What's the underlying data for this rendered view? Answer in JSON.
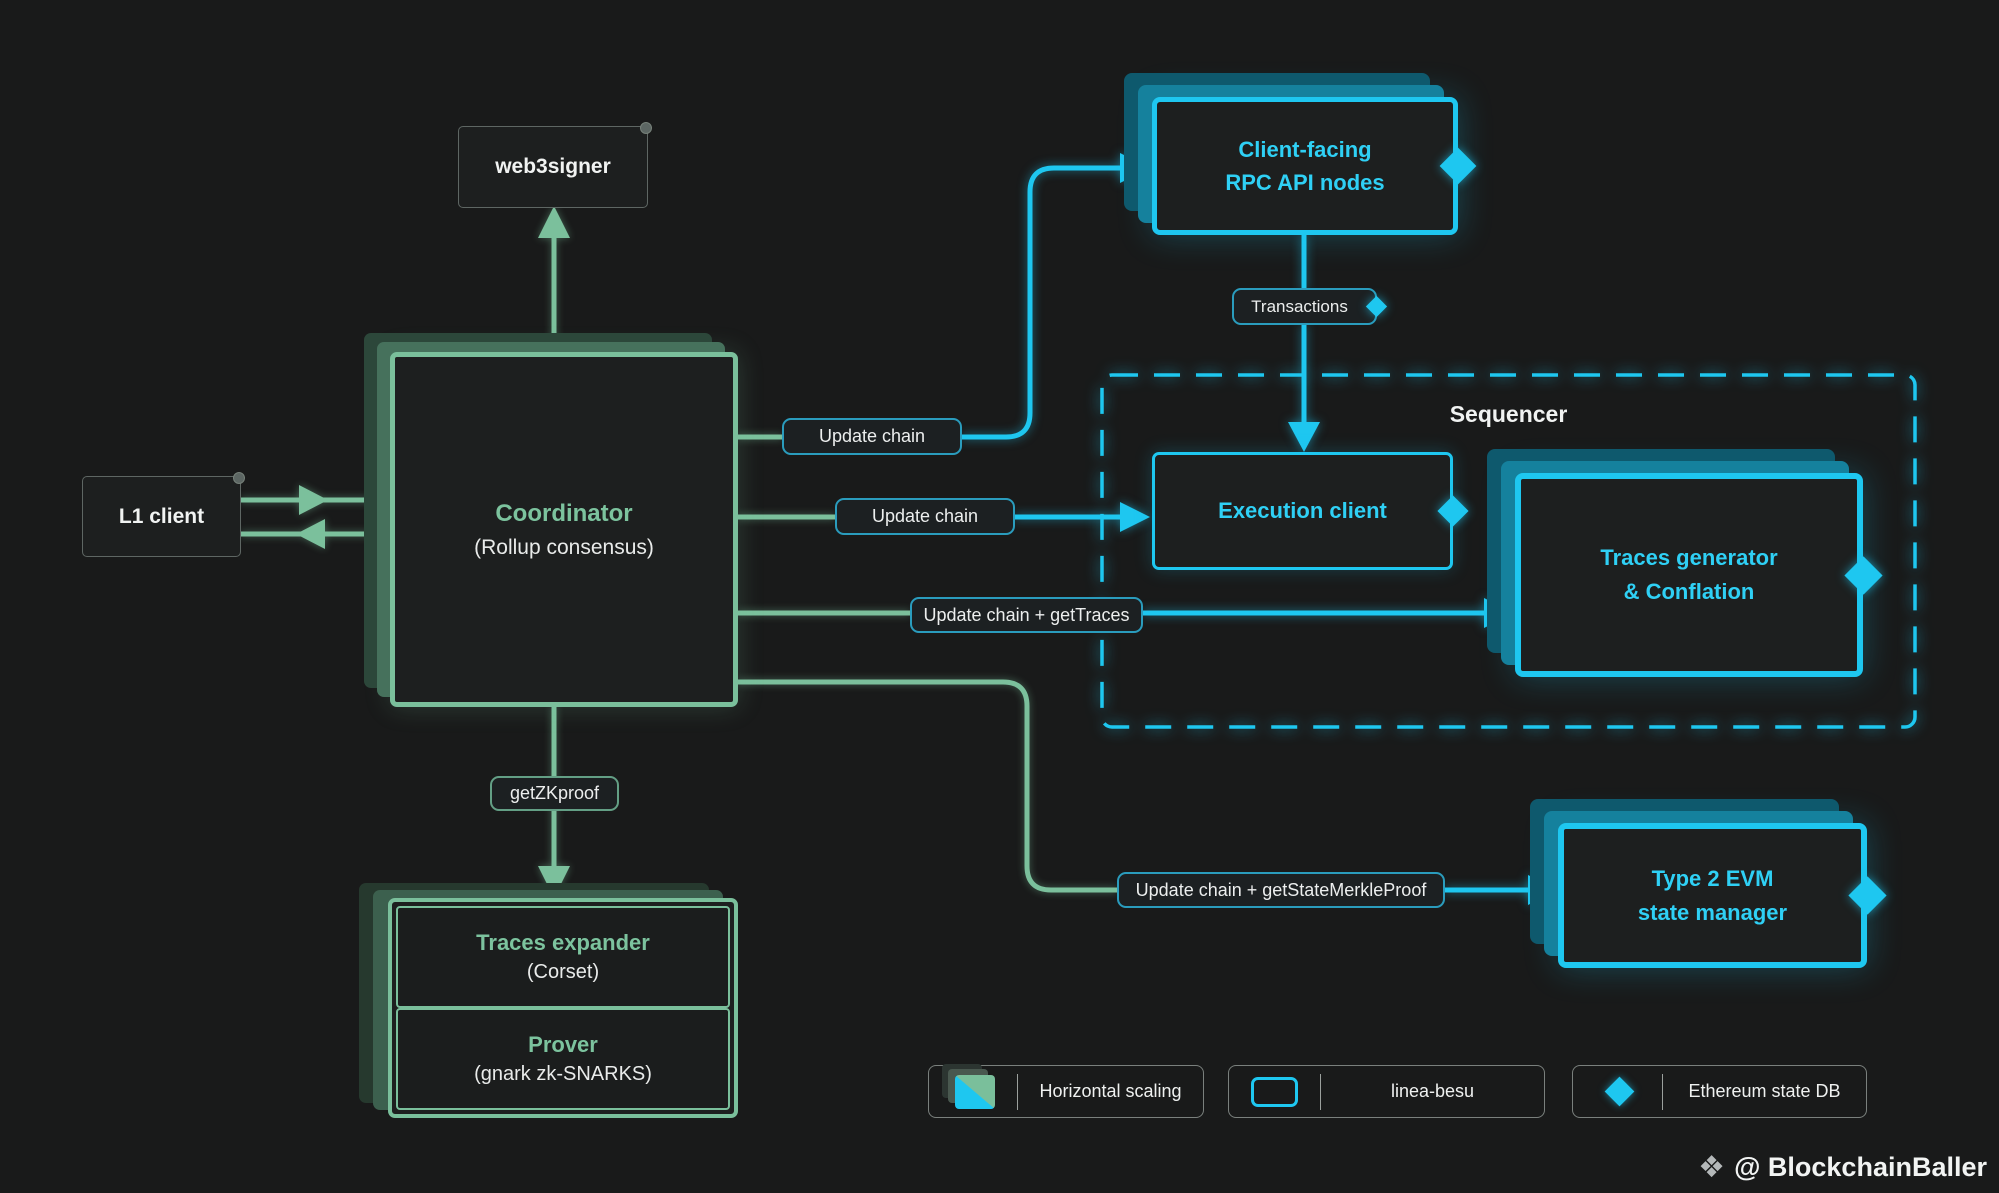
{
  "diagram": {
    "nodes": {
      "web3signer": {
        "label": "web3signer"
      },
      "l1_client": {
        "label": "L1 client"
      },
      "coordinator": {
        "title": "Coordinator",
        "subtitle": "(Rollup consensus)"
      },
      "rpc_nodes": {
        "line1": "Client-facing",
        "line2": "RPC API nodes"
      },
      "sequencer": {
        "title": "Sequencer"
      },
      "execution_client": {
        "label": "Execution client"
      },
      "traces_generator": {
        "line1": "Traces generator",
        "line2": "& Conflation"
      },
      "type2_evm": {
        "line1": "Type 2 EVM",
        "line2": "state manager"
      },
      "traces_expander": {
        "title": "Traces expander",
        "subtitle": "(Corset)"
      },
      "prover": {
        "title": "Prover",
        "subtitle": "(gnark zk-SNARKS)"
      }
    },
    "edges": {
      "update_chain_1": "Update chain",
      "update_chain_2": "Update chain",
      "update_chain_gettraces": "Update chain + getTraces",
      "update_chain_getstatemerkleproof": "Update chain + getStateMerkleProof",
      "transactions": "Transactions",
      "getzkproof": "getZKproof"
    },
    "legend": [
      {
        "icon": "horizontal-scaling-icon",
        "label": "Horizontal scaling"
      },
      {
        "icon": "linea-besu-icon",
        "label": "linea-besu"
      },
      {
        "icon": "ethereum-state-db-icon",
        "label": "Ethereum state DB"
      }
    ],
    "watermark": {
      "logo": "❖",
      "handle": "@ BlockchainBaller"
    },
    "colors": {
      "background": "#191a1a",
      "accent_cyan": "#1ec7f0",
      "accent_green": "#7abf9b",
      "text_white": "#f1f3f2",
      "box_fill": "#1d1f1f"
    }
  }
}
